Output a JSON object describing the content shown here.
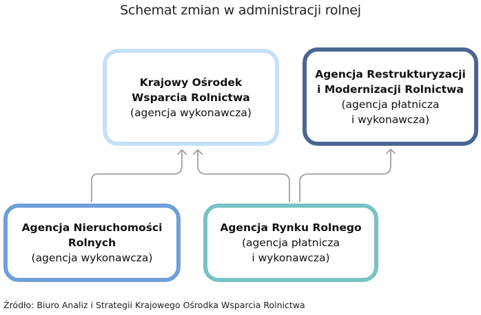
{
  "title": "Schemat zmian w administracji rolnej",
  "boxes": {
    "kowr": {
      "name": "Krajowy Ośrodek\nWsparcia Rolnictwa",
      "role": "(agencja wykonawcza)",
      "border_color": "#c4e1f6"
    },
    "arimr": {
      "name": "Agencja Restrukturyzacji\ni Modernizacji Rolnictwa",
      "role": "(agencja płatnicza\ni wykonawcza)",
      "border_color": "#4a6690"
    },
    "anr": {
      "name": "Agencja Nieruchomości\nRolnych",
      "role": "(agencja wykonawcza)",
      "border_color": "#6e9fd8"
    },
    "arr": {
      "name": "Agencja Rynku Rolnego",
      "role": "(agencja płatnicza\ni wykonawcza)",
      "border_color": "#78c2c4"
    }
  },
  "connectors": [
    {
      "from": "Agencja Nieruchomości Rolnych",
      "to": "Krajowy Ośrodek Wsparcia Rolnictwa"
    },
    {
      "from": "Agencja Rynku Rolnego",
      "to": "Krajowy Ośrodek Wsparcia Rolnictwa"
    },
    {
      "from": "Agencja Rynku Rolnego",
      "to": "Agencja Restrukturyzacji i Modernizacji Rolnictwa"
    }
  ],
  "connector_color": "#a9a9ab",
  "source": "Źródło: Biuro Analiz i Strategii Krajowego Ośrodka Wsparcia Rolnictwa"
}
